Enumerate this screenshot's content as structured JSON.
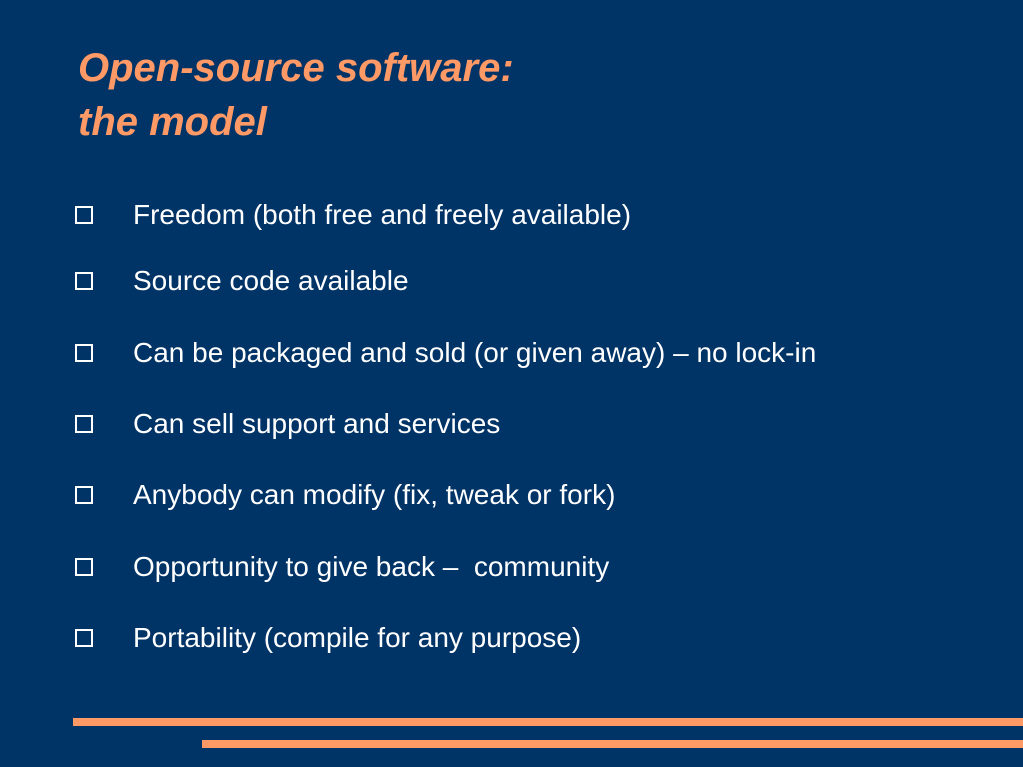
{
  "slide": {
    "title_line1": "Open-source software:",
    "title_line2": "the model",
    "bullets": [
      "Freedom (both free and freely available)",
      "Source code available",
      "Can be packaged and sold (or given away) – no lock-in",
      "Can sell support and services",
      "Anybody can modify (fix, tweak or fork)",
      "Opportunity to give back –  community",
      "Portability (compile for any purpose)"
    ],
    "bullet_icon": "hollow-square-bullet-icon",
    "colors": {
      "background": "#003366",
      "accent": "#FF9966",
      "text": "#FFFFFF"
    }
  }
}
